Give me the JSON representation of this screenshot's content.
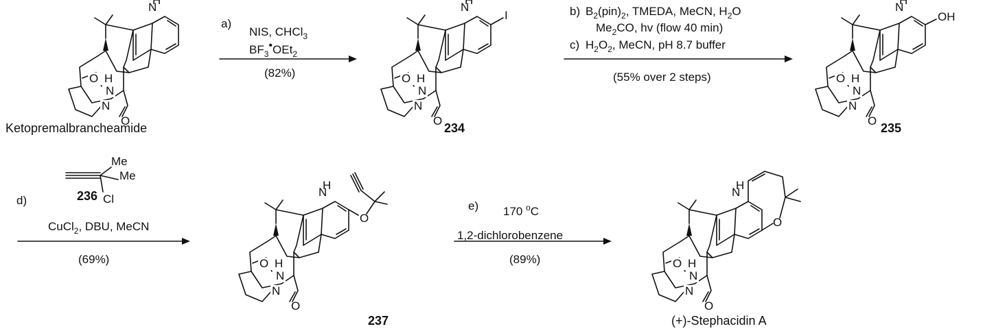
{
  "atoms": {
    "NH": "N",
    "H": "H",
    "N": "N",
    "O": "O",
    "I": "I",
    "OH": "OH",
    "Cl": "Cl",
    "Me": "Me"
  },
  "compounds": [
    {
      "label": "",
      "name": "Ketopremalbrancheamide"
    },
    {
      "label": "234",
      "name": ""
    },
    {
      "label": "235",
      "name": ""
    },
    {
      "label": "236",
      "name": ""
    },
    {
      "label": "237",
      "name": ""
    },
    {
      "label": "",
      "name": "(+)-Stephacidin A"
    }
  ],
  "steps": [
    {
      "letter": "a)",
      "lines": [
        "NIS, CHCl3",
        "BF3•OEt2"
      ],
      "yield": "(82%)"
    },
    {
      "letter": "b)",
      "lines": [
        "B2(pin)2, TMEDA, MeCN, H2O",
        "Me2CO, hv (flow 40 min)"
      ]
    },
    {
      "letter": "c)",
      "lines": [
        "H2O2, MeCN, pH 8.7 buffer"
      ],
      "yield": "(55%  over 2 steps)"
    },
    {
      "letter": "d)",
      "lines": [
        "CuCl2, DBU, MeCN"
      ],
      "yield": "(69%)"
    },
    {
      "letter": "e)",
      "lines": [
        "170 °C",
        "1,2-dichlorobenzene"
      ],
      "yield": "(89%)"
    }
  ]
}
